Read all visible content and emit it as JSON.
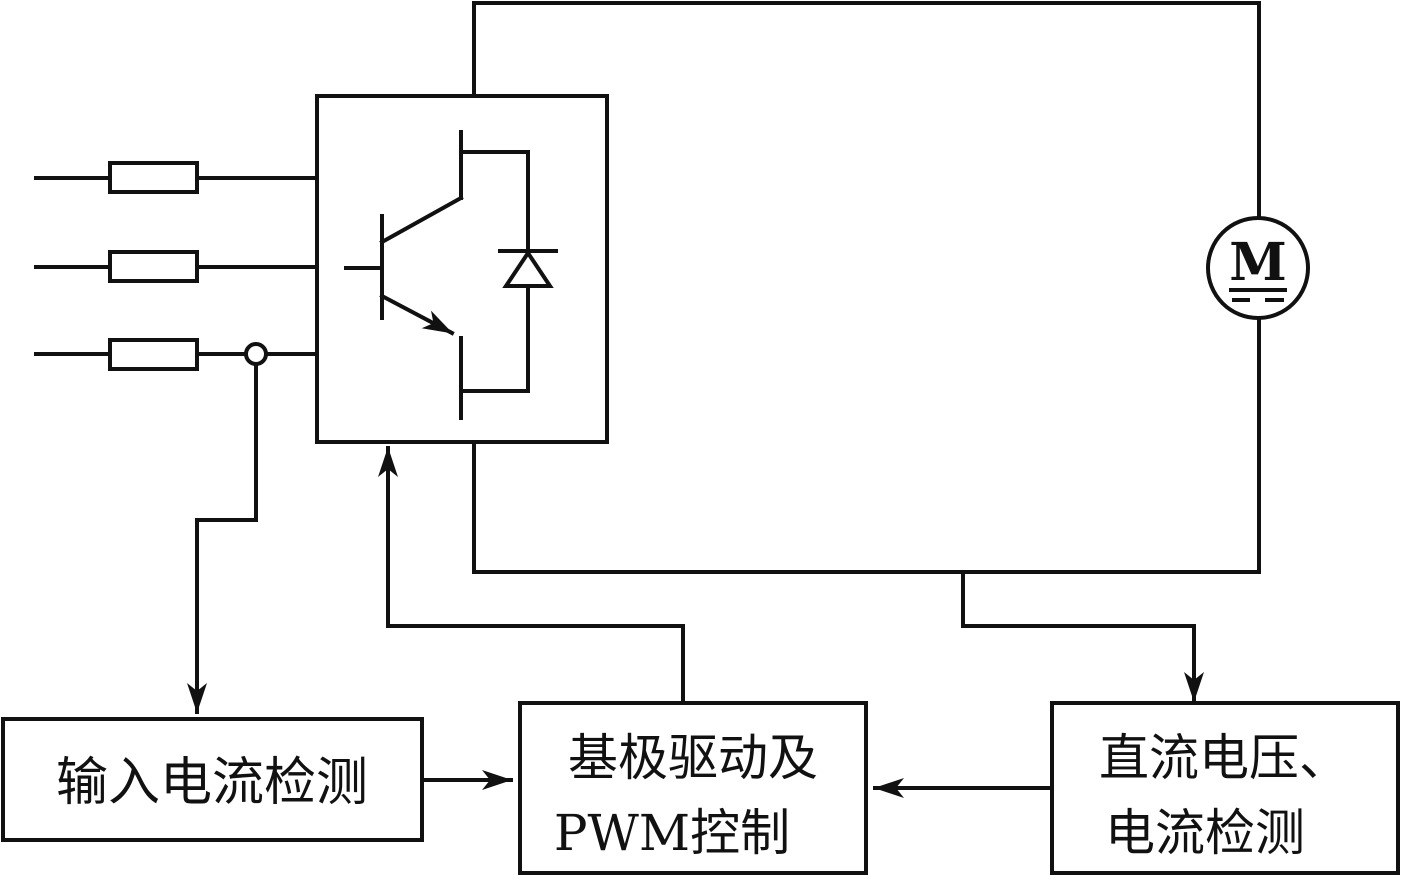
{
  "motor": {
    "label": "M"
  },
  "blocks": {
    "input_detect": {
      "label": "输入电流检测"
    },
    "pwm_control": {
      "line1": "基极驱动及",
      "line2": "PWM控制"
    },
    "dc_detect": {
      "line1": "直流电压、",
      "line2": "电流检测"
    }
  },
  "colors": {
    "line": "#111111",
    "background": "#ffffff"
  }
}
